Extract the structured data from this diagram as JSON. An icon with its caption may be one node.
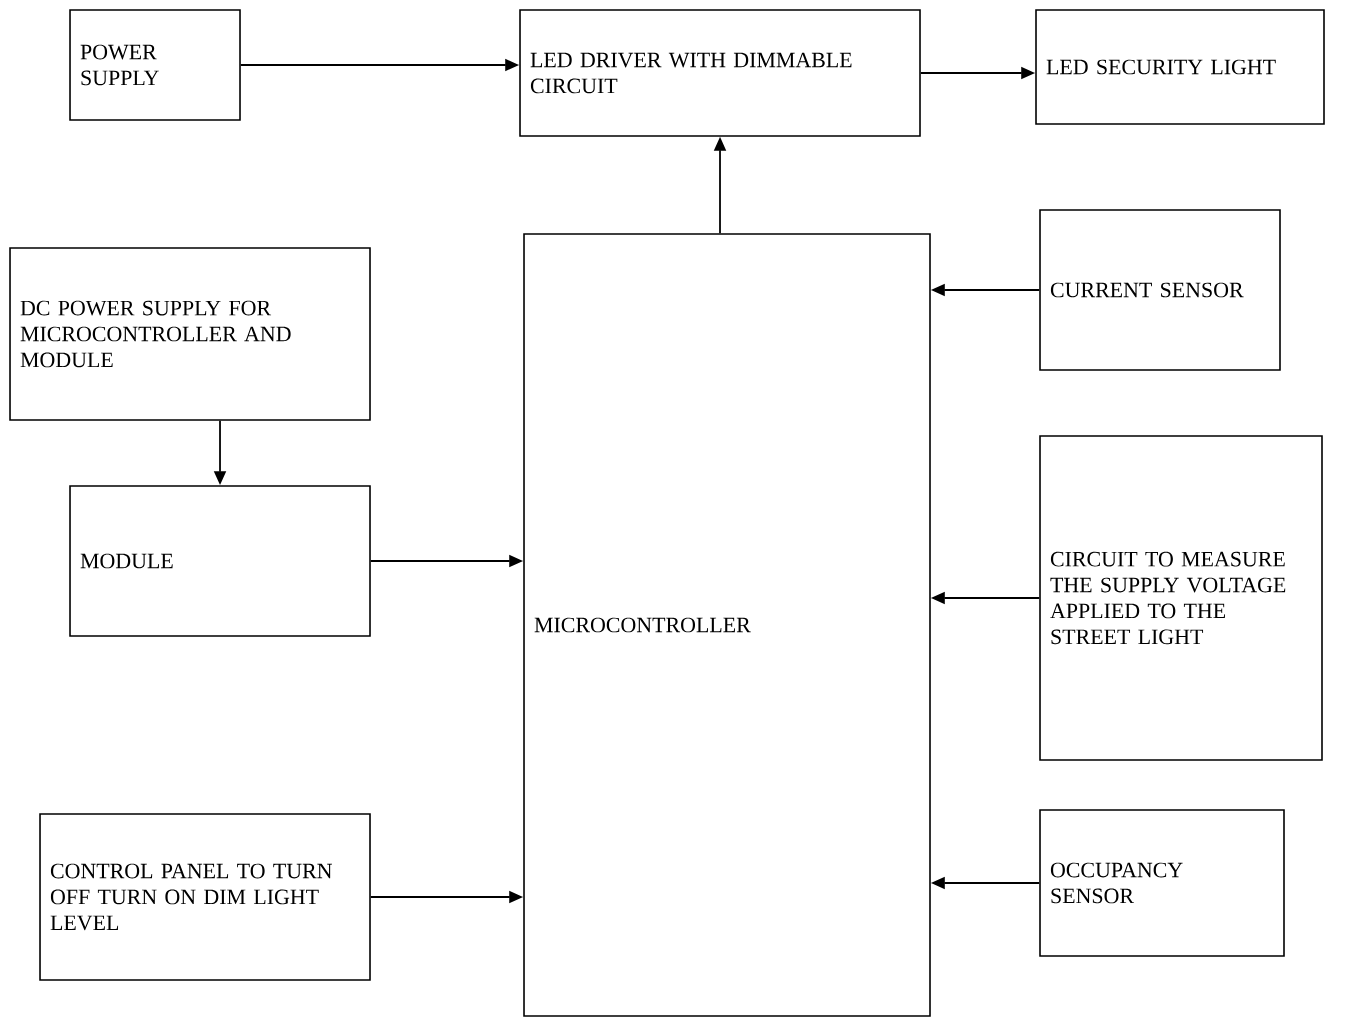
{
  "diagram": {
    "nodes": [
      {
        "text": [
          "POWER SUPPLY"
        ]
      },
      {
        "text": [
          "LED DRIVER WITH DIMMABLE CIRCUIT"
        ]
      },
      {
        "text": [
          "LED SECURITY LIGHT"
        ]
      },
      {
        "text": [
          "DC POWER SUPPLY FOR MICROCONTROLLER AND MODULE"
        ]
      },
      {
        "text": [
          "MICROCONTROLLER"
        ]
      },
      {
        "text": [
          "CURRENT SENSOR"
        ]
      },
      {
        "text": [
          "MODULE"
        ]
      },
      {
        "text": [
          "CIRCUIT TO MEASURE THE SUPPLY VOLTAGE APPLIED TO THE STREET LIGHT"
        ]
      },
      {
        "text": [
          "CONTROL PANEL TO TURN OFF TURN ON DIM LIGHT LEVEL"
        ]
      },
      {
        "text": [
          "OCCUPANCY SENSOR"
        ]
      }
    ],
    "edges": [
      {
        "from": 0,
        "to": 1,
        "arrow": "to"
      },
      {
        "from": 1,
        "to": 2,
        "arrow": "to"
      },
      {
        "from": 4,
        "to": 1,
        "arrow": "to"
      },
      {
        "from": 5,
        "to": 4,
        "arrow": "to"
      },
      {
        "from": 3,
        "to": 6,
        "arrow": "to"
      },
      {
        "from": 6,
        "to": 4,
        "arrow": "to"
      },
      {
        "from": 7,
        "to": 4,
        "arrow": "to"
      },
      {
        "from": 8,
        "to": 4,
        "arrow": "to"
      },
      {
        "from": 9,
        "to": 4,
        "arrow": "to"
      }
    ]
  }
}
